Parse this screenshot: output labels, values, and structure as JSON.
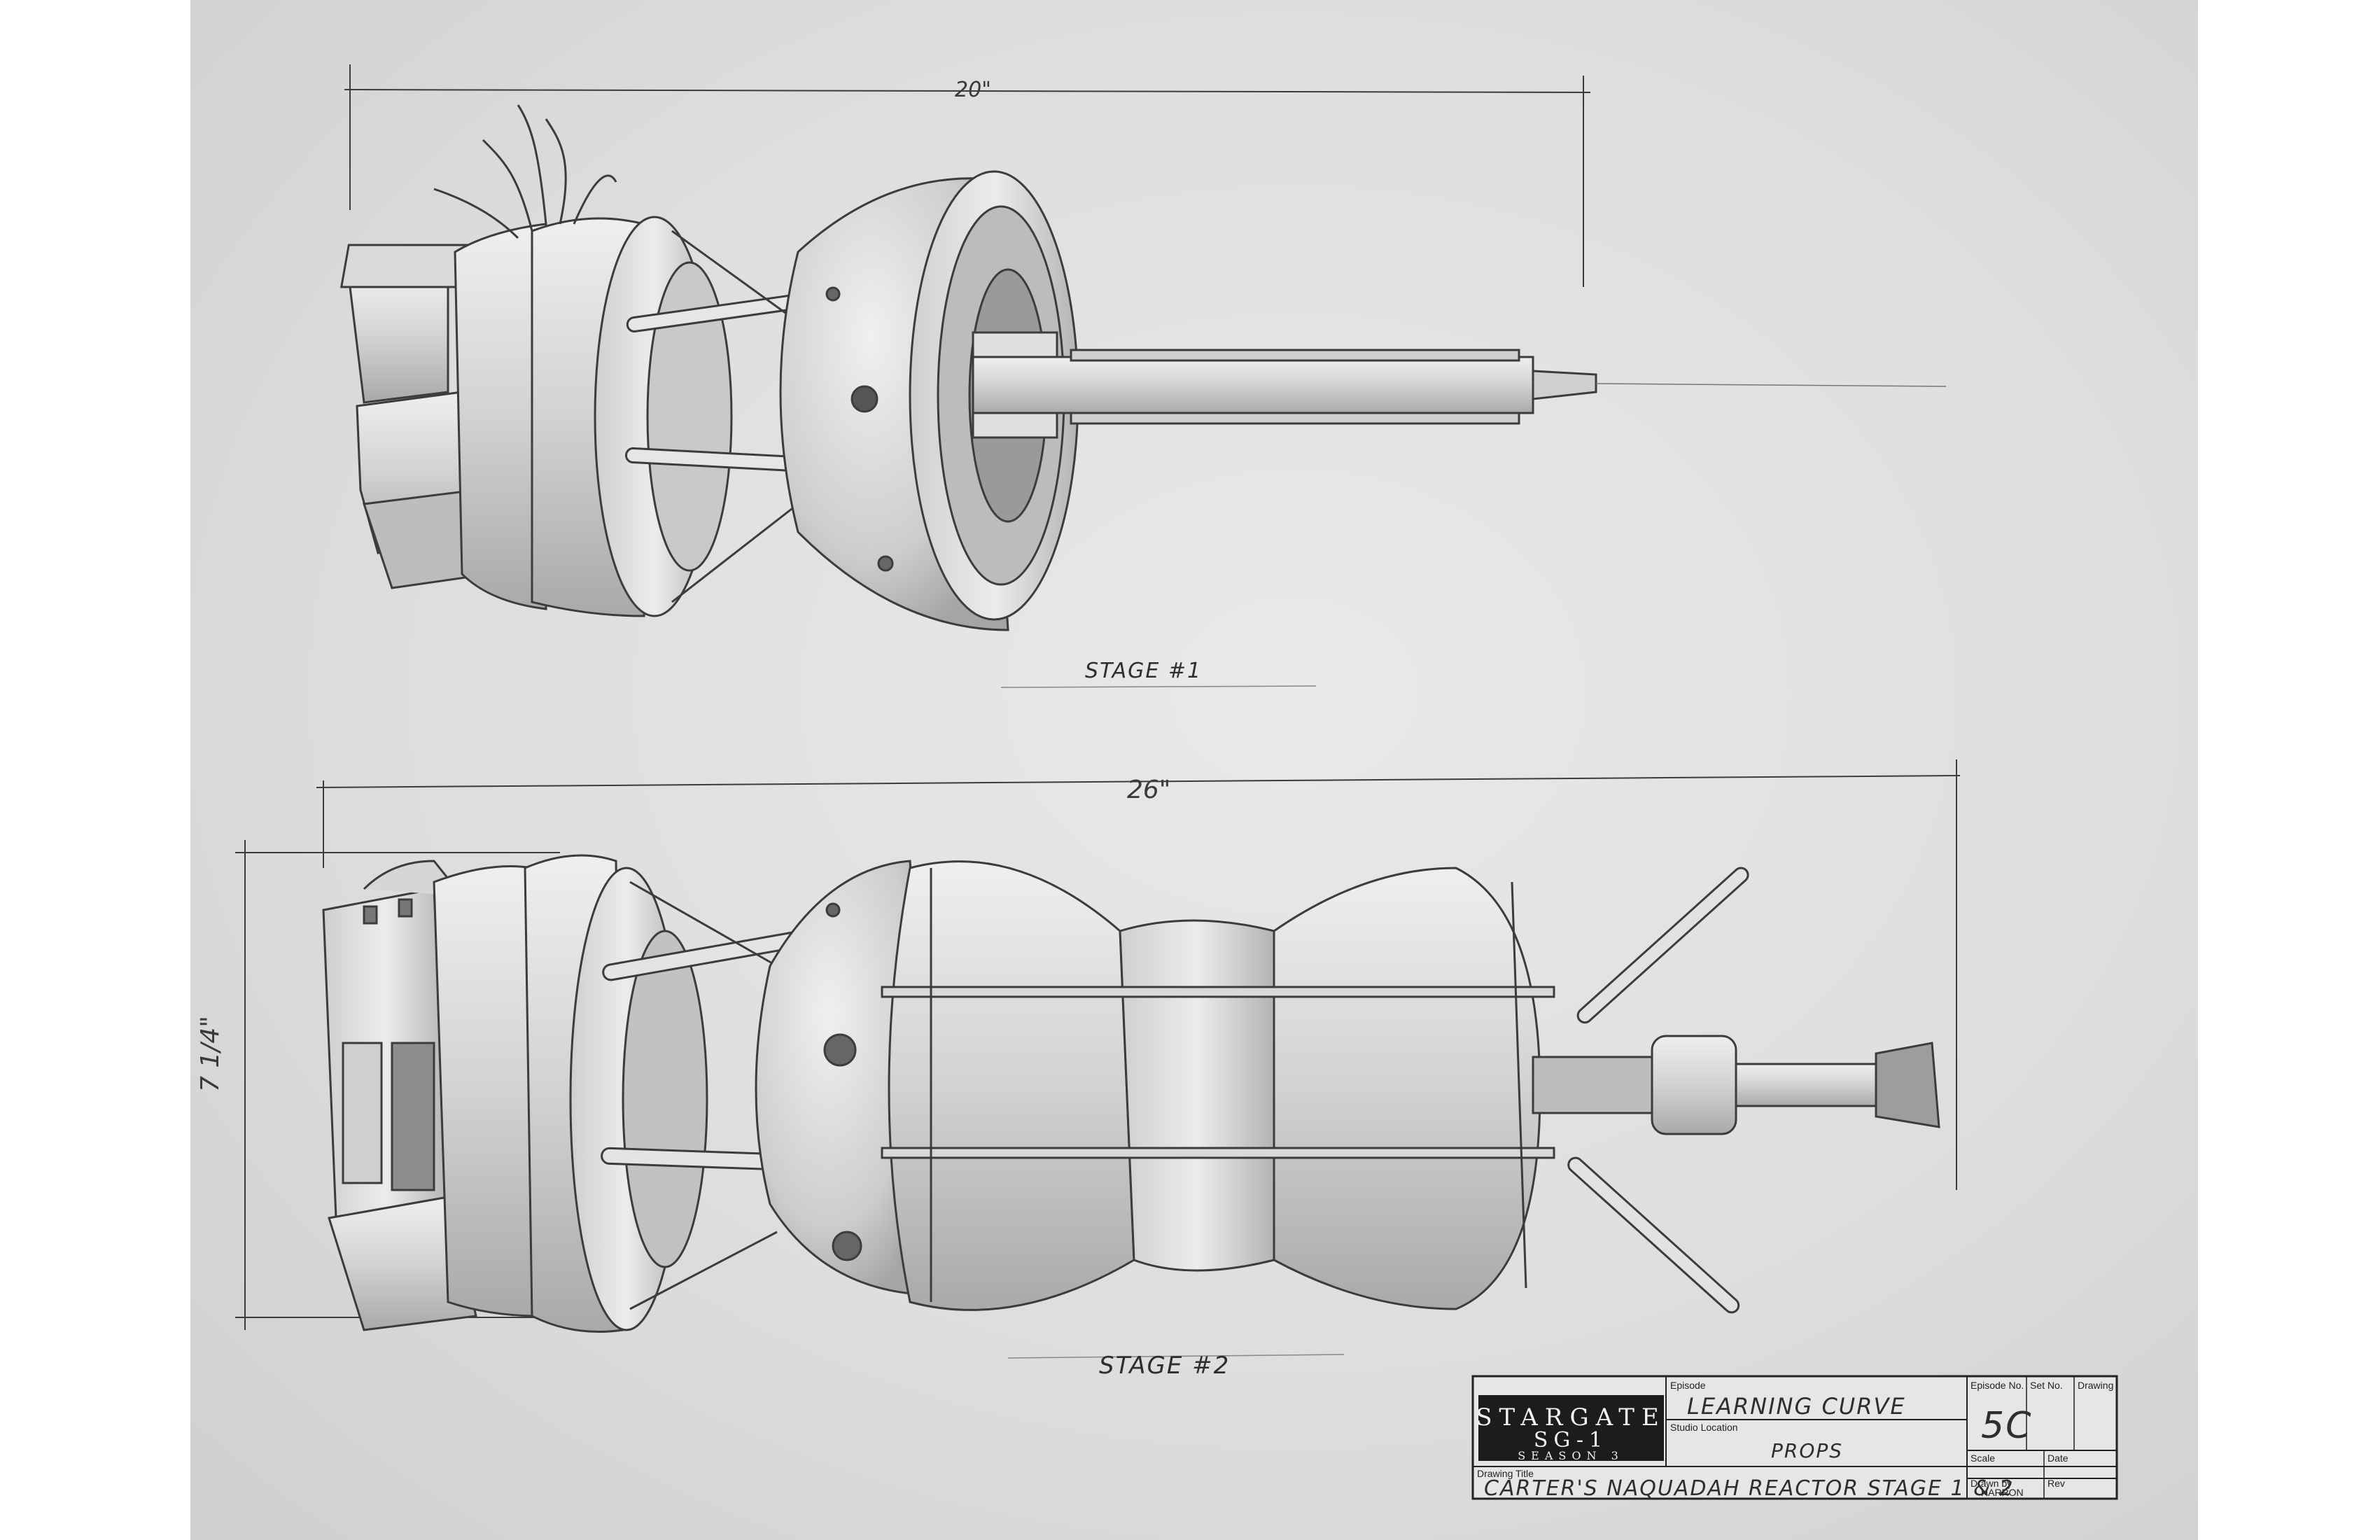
{
  "drawing": {
    "stage1": {
      "dimension": "20\"",
      "label": "STAGE #1"
    },
    "stage2": {
      "dimension_width": "26\"",
      "dimension_height": "7 1/4\"",
      "label": "STAGE #2"
    }
  },
  "title_block": {
    "logo_line1": "STARGATE",
    "logo_line2": "SG-1",
    "logo_line3": "SEASON 3",
    "episode_label": "Episode",
    "episode_value": "LEARNING CURVE",
    "studio_location_label": "Studio Location",
    "studio_location_value": "PROPS",
    "episode_no_label": "Episode No.",
    "episode_no_value": "5C",
    "set_no_label": "Set No.",
    "drawing_label": "Drawing",
    "scale_label": "Scale",
    "date_label": "Date",
    "drawn_by_label": "Drawn by",
    "drawn_by_value": "HARRON",
    "rev_label": "Rev",
    "drawing_title_label": "Drawing Title",
    "drawing_title_value": "CARTER'S NAQUADAH REACTOR STAGE 1 & 2"
  }
}
